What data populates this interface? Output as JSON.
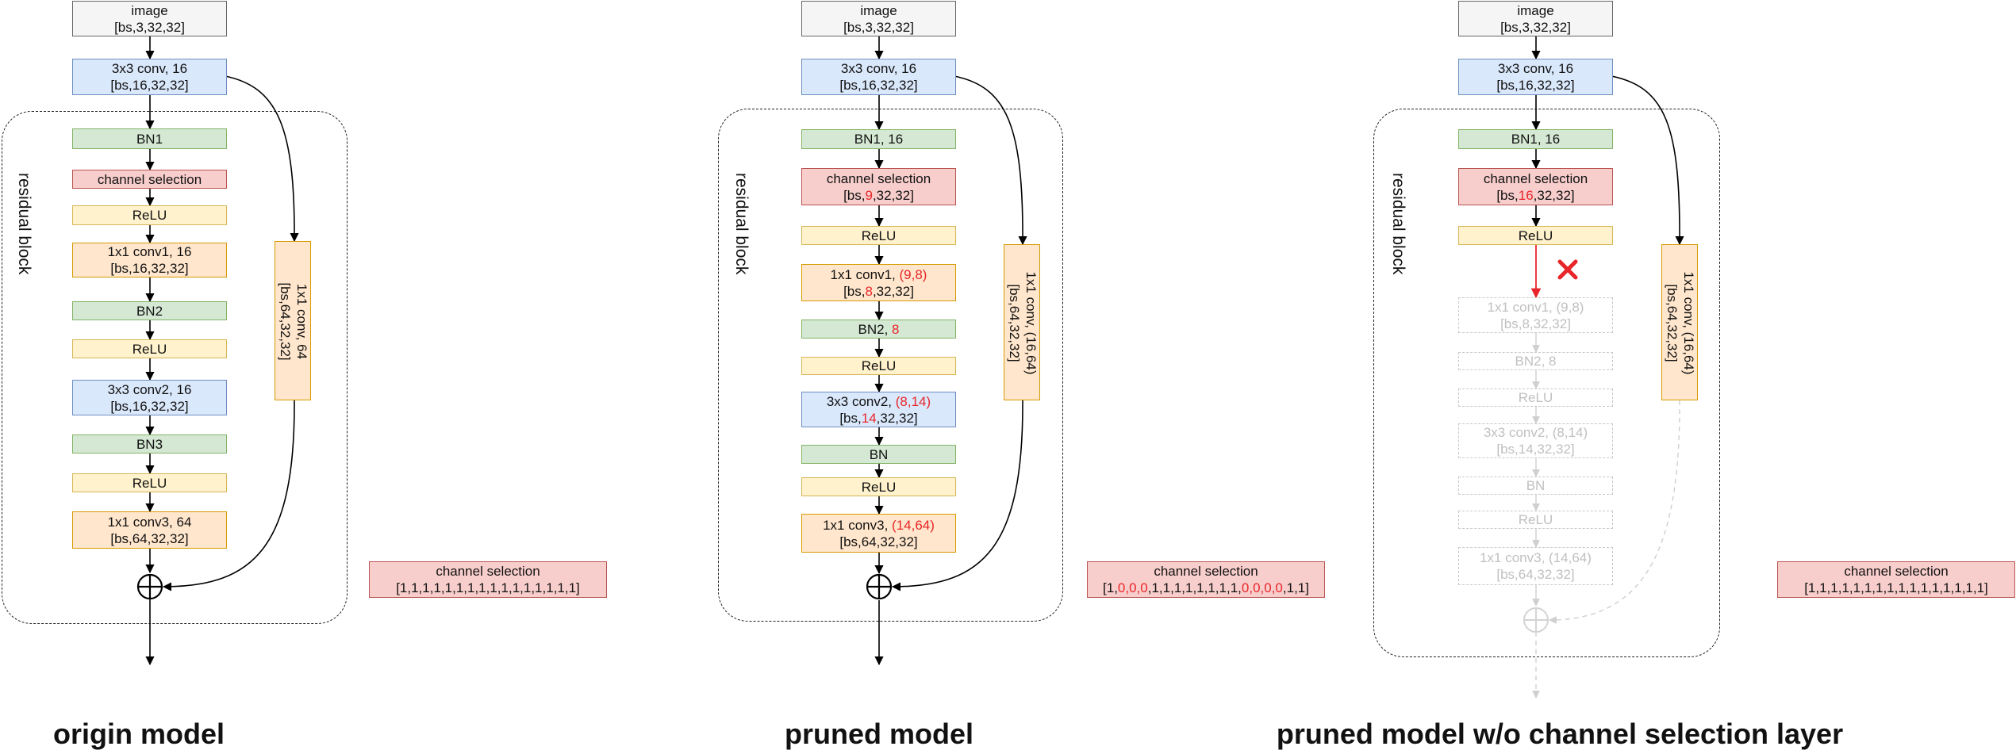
{
  "colors": {
    "gray": "#f5f5f5",
    "blue": "#dae8fc",
    "green": "#d5e8d4",
    "red": "#f8cecc",
    "yellow": "#fff2cc",
    "orange": "#ffe6cc",
    "highlight": "#e8262a",
    "faded": "#c0c0c0"
  },
  "icons": {
    "add": "circle-plus-icon",
    "removed": "red-x-icon"
  },
  "origin": {
    "title": "origin model",
    "region_label": "residual block",
    "image": [
      "image",
      "[bs,3,32,32]"
    ],
    "conv0": [
      "3x3 conv, 16",
      "[bs,16,32,32]"
    ],
    "bn1": "BN1",
    "cs": "channel selection",
    "relu1": "ReLU",
    "conv1": [
      "1x1 conv1, 16",
      "[bs,16,32,32]"
    ],
    "bn2": "BN2",
    "relu2": "ReLU",
    "conv2": [
      "3x3 conv2, 16",
      "[bs,16,32,32]"
    ],
    "bn3": "BN3",
    "relu3": "ReLU",
    "conv3": [
      "1x1 conv3, 64",
      "[bs,64,32,32]"
    ],
    "shortcut": [
      "1x1 conv, 64",
      "[bs,64,32,32]"
    ],
    "cs_vector": {
      "title": "channel selection",
      "value": "[1,1,1,1,1,1,1,1,1,1,1,1,1,1,1,1]"
    }
  },
  "pruned": {
    "title": "pruned model",
    "region_label": "residual block",
    "image": [
      "image",
      "[bs,3,32,32]"
    ],
    "conv0": [
      "3x3 conv, 16",
      "[bs,16,32,32]"
    ],
    "bn1": "BN1, 16",
    "cs": {
      "name": "channel selection",
      "p1": "[bs,",
      "h": "9",
      "p2": ",32,32]"
    },
    "relu1": "ReLU",
    "conv1": {
      "p1": "1x1 conv1, ",
      "h1": "(9,8)",
      "q1": "[bs,",
      "h2": "8",
      "q2": ",32,32]"
    },
    "bn2": {
      "p1": "BN2, ",
      "h": "8"
    },
    "relu2": "ReLU",
    "conv2": {
      "p1": "3x3 conv2, ",
      "h1": "(8,14)",
      "q1": "[bs,",
      "h2": "14",
      "q2": ",32,32]"
    },
    "bn3": "BN",
    "relu3": "ReLU",
    "conv3": {
      "p1": "1x1 conv3, ",
      "h1": "(14,64)",
      "line2": "[bs,64,32,32]"
    },
    "shortcut": [
      "1x1 conv, (16,64)",
      "[bs,64,32,32]"
    ],
    "cs_vector": {
      "title": "channel selection",
      "p1": "[1,",
      "h1": "0,0,0",
      "p2": ",1,1,1,1,1,1,1,1,",
      "h2": "0,0,0,0",
      "p3": ",1,1]"
    }
  },
  "nocs": {
    "title": "pruned model w/o channel selection layer",
    "region_label": "residual block",
    "image": [
      "image",
      "[bs,3,32,32]"
    ],
    "conv0": [
      "3x3 conv, 16",
      "[bs,16,32,32]"
    ],
    "bn1": "BN1, 16",
    "cs": {
      "name": "channel selection",
      "p1": "[bs,",
      "h": "16",
      "p2": ",32,32]"
    },
    "relu1": "ReLU",
    "conv1": [
      "1x1 conv1, (9,8)",
      "[bs,8,32,32]"
    ],
    "bn2": "BN2, 8",
    "relu2": "ReLU",
    "conv2": [
      "3x3 conv2, (8,14)",
      "[bs,14,32,32]"
    ],
    "bn3": "BN",
    "relu3": "ReLU",
    "conv3": [
      "1x1 conv3, (14,64)",
      "[bs,64,32,32]"
    ],
    "shortcut": [
      "1x1 conv, (16,64)",
      "[bs,64,32,32]"
    ],
    "cs_vector": {
      "title": "channel selection",
      "value": "[1,1,1,1,1,1,1,1,1,1,1,1,1,1,1,1]"
    }
  }
}
